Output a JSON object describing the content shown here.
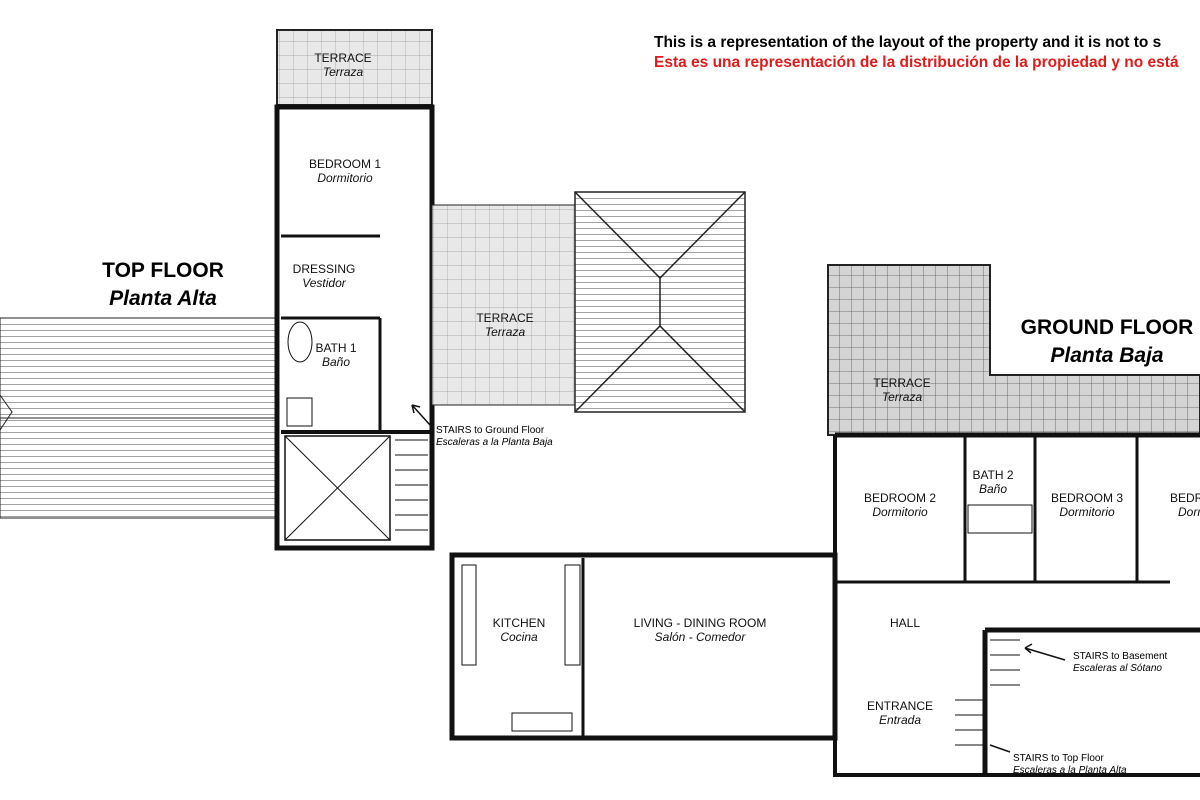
{
  "disclaimer": {
    "english": "This is a representation of the layout of the property and it is not to s",
    "spanish": "Esta es una representación de la distribución de la propiedad y no está",
    "spanish_color": "#e01b1b"
  },
  "floors": {
    "top": {
      "title": "TOP FLOOR",
      "subtitle": "Planta Alta"
    },
    "ground": {
      "title": "GROUND FLOOR",
      "subtitle": "Planta Baja"
    }
  },
  "rooms": {
    "terrace_top": {
      "en": "TERRACE",
      "es": "Terraza"
    },
    "bedroom1": {
      "en": "BEDROOM 1",
      "es": "Dormitorio"
    },
    "dressing": {
      "en": "DRESSING",
      "es": "Vestidor"
    },
    "bath1": {
      "en": "BATH 1",
      "es": "Baño"
    },
    "terrace_mid": {
      "en": "TERRACE",
      "es": "Terraza"
    },
    "terrace_ground": {
      "en": "TERRACE",
      "es": "Terraza"
    },
    "bedroom2": {
      "en": "BEDROOM 2",
      "es": "Dormitorio"
    },
    "bath2": {
      "en": "BATH 2",
      "es": "Baño"
    },
    "bedroom3": {
      "en": "BEDROOM 3",
      "es": "Dormitorio"
    },
    "bedroom4": {
      "en": "BEDR",
      "es": "Dorm"
    },
    "kitchen": {
      "en": "KITCHEN",
      "es": "Cocina"
    },
    "living": {
      "en": "LIVING - DINING ROOM",
      "es": "Salón - Comedor"
    },
    "hall": {
      "en": "HALL",
      "es": ""
    },
    "entrance": {
      "en": "ENTRANCE",
      "es": "Entrada"
    }
  },
  "annotations": {
    "stairs_ground": {
      "en": "STAIRS to Ground Floor",
      "es": "Escaleras a la Planta Baja"
    },
    "stairs_basement": {
      "en": "STAIRS to Basement",
      "es": "Escaleras al Sótano"
    },
    "stairs_top": {
      "en": "STAIRS to Top Floor",
      "es": "Escaleras a la Planta Alta"
    }
  }
}
